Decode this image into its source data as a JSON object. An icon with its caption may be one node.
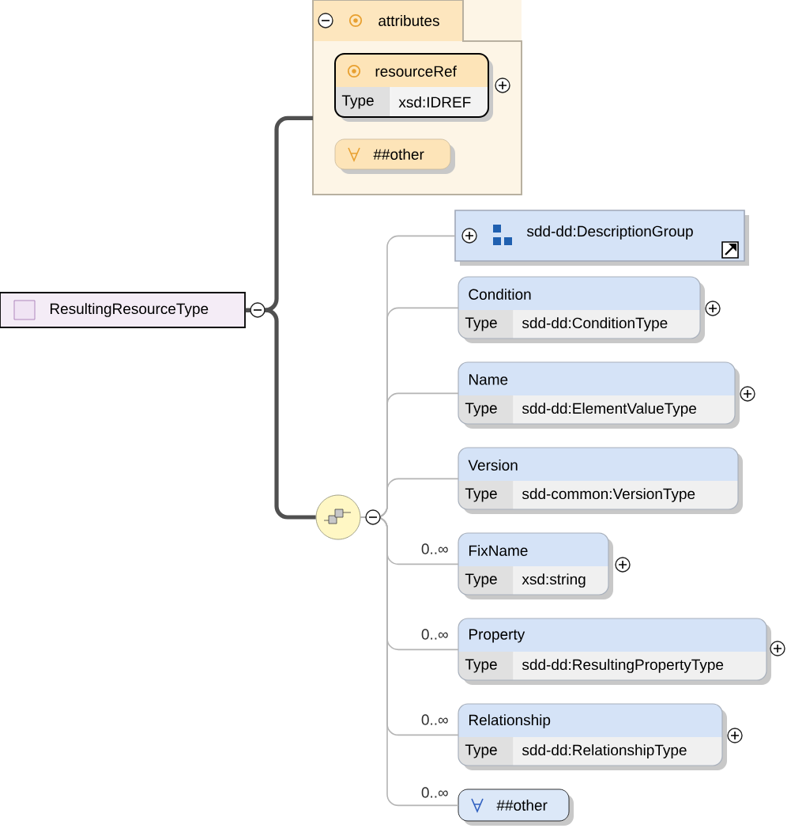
{
  "diagram": {
    "nodes": [
      {
        "text": [
          "ResultingResourceType"
        ]
      },
      {
        "text": [
          "attributes"
        ]
      },
      {
        "text": [
          "resourceRef",
          "Type",
          "xsd:IDREF"
        ],
        "in": 1
      },
      {
        "text": [
          "##other"
        ],
        "in": 1
      },
      {
        "text": [],
        "shape": "circle"
      },
      {
        "text": [
          "sdd-dd:DescriptionGroup"
        ]
      },
      {
        "text": [
          "Condition",
          "Type",
          "sdd-dd:ConditionType"
        ]
      },
      {
        "text": [
          "Name",
          "Type",
          "sdd-dd:ElementValueType"
        ]
      },
      {
        "text": [
          "Version",
          "Type",
          "sdd-common:VersionType"
        ]
      },
      {
        "text": [
          "FixName",
          "Type",
          "xsd:string"
        ],
        "beside": [
          "0..∞"
        ]
      },
      {
        "text": [
          "Property",
          "Type",
          "sdd-dd:ResultingPropertyType"
        ],
        "beside": [
          "0..∞"
        ]
      },
      {
        "text": [
          "Relationship",
          "Type",
          "sdd-dd:RelationshipType"
        ],
        "beside": [
          "0..∞"
        ]
      },
      {
        "text": [
          "##other"
        ],
        "beside": [
          "0..∞"
        ]
      }
    ],
    "edges": [
      {
        "from": 0,
        "to": 1,
        "arrow": "none",
        "style": "thick",
        "color": "#505050"
      },
      {
        "from": 0,
        "to": 4,
        "arrow": "none",
        "style": "thick",
        "color": "#505050"
      },
      {
        "from": 4,
        "to": 5,
        "arrow": "none"
      },
      {
        "from": 4,
        "to": 6,
        "arrow": "none"
      },
      {
        "from": 4,
        "to": 7,
        "arrow": "none"
      },
      {
        "from": 4,
        "to": 8,
        "arrow": "none"
      },
      {
        "from": 4,
        "to": 9,
        "arrow": "none"
      },
      {
        "from": 4,
        "to": 10,
        "arrow": "none"
      },
      {
        "from": 4,
        "to": 11,
        "arrow": "none"
      },
      {
        "from": 4,
        "to": 12,
        "arrow": "none"
      }
    ]
  }
}
